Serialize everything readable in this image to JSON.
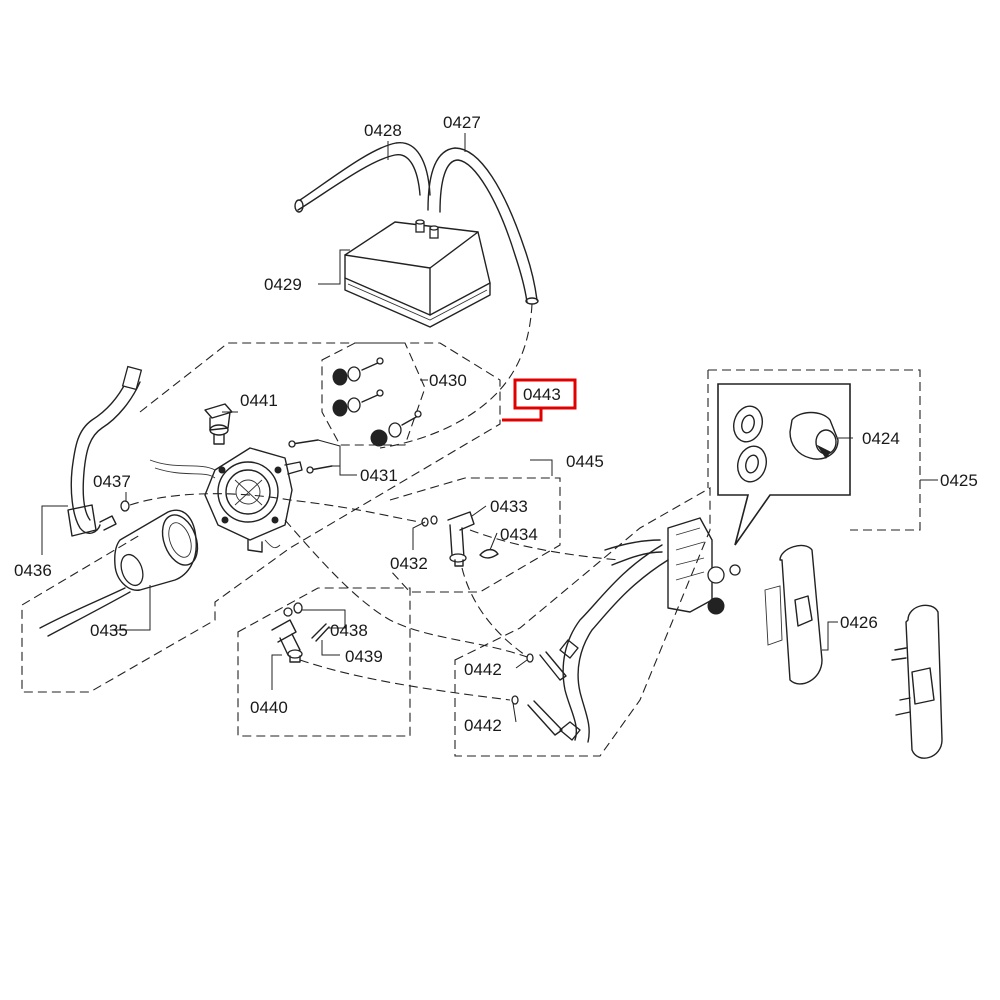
{
  "highlight_color": "#e00000",
  "labels": {
    "l0428": "0428",
    "l0427": "0427",
    "l0429": "0429",
    "l0430": "0430",
    "l0441": "0441",
    "l0443": "0443",
    "l0431": "0431",
    "l0445": "0445",
    "l0437": "0437",
    "l0433": "0433",
    "l0434": "0434",
    "l0432": "0432",
    "l0436": "0436",
    "l0435": "0435",
    "l0438": "0438",
    "l0439": "0439",
    "l0440": "0440",
    "l0442a": "0442",
    "l0442b": "0442",
    "l0424": "0424",
    "l0425": "0425",
    "l0426": "0426"
  }
}
